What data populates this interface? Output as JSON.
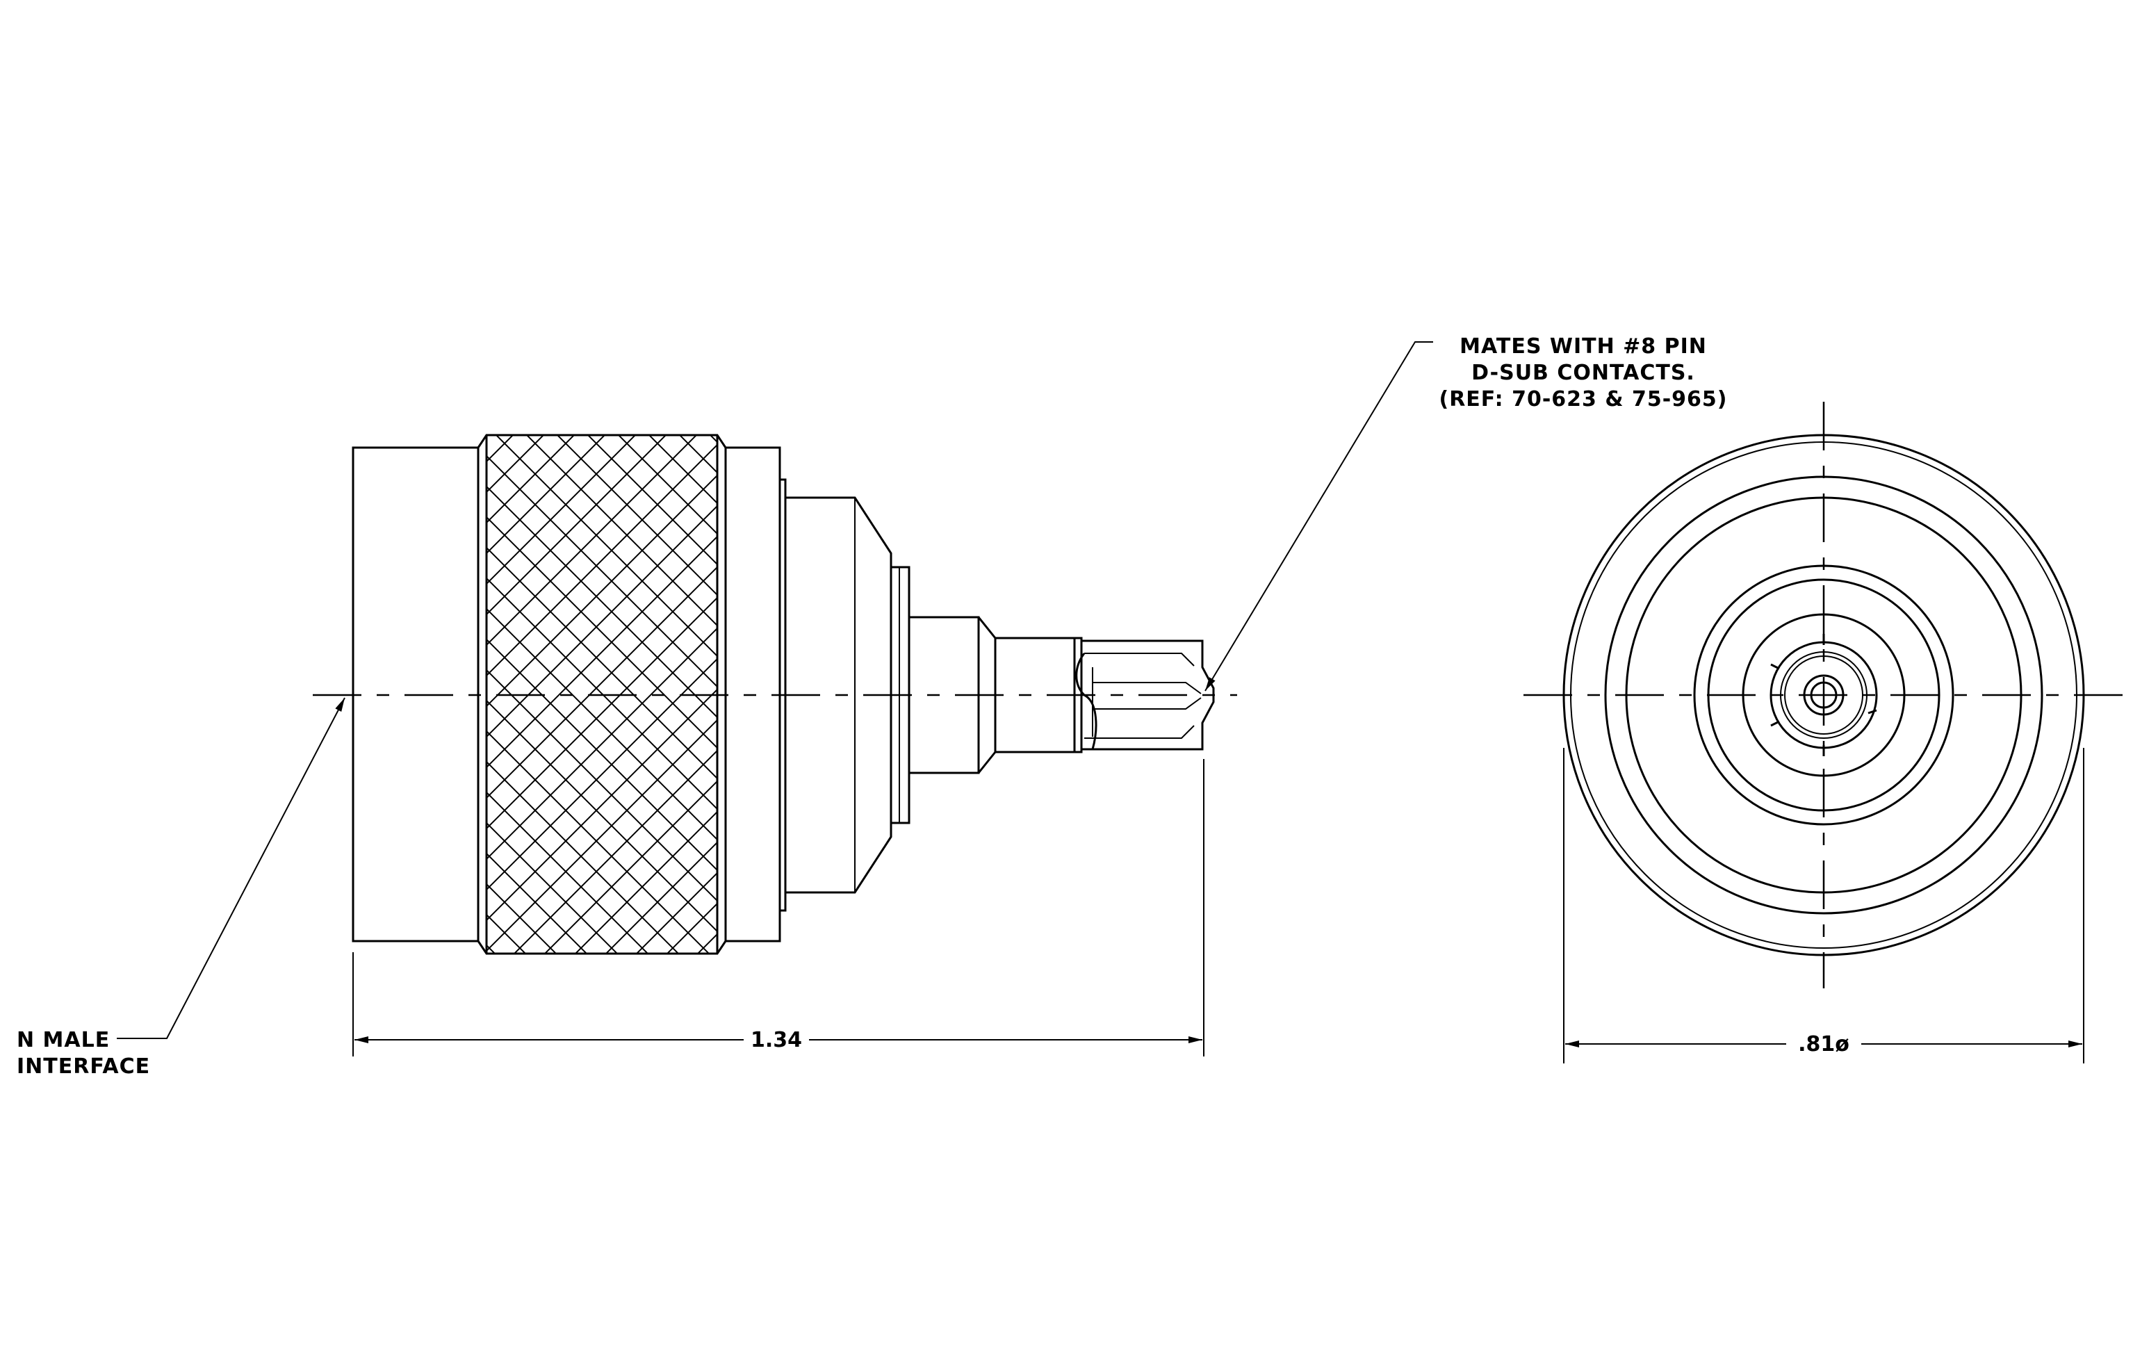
{
  "drawing": {
    "side_view_callout": {
      "lines": [
        "MATES WITH #8 PIN",
        "D-SUB CONTACTS.",
        "(REF: 70-623 & 75-965)"
      ]
    },
    "interface_callout": {
      "lines": [
        "N MALE",
        "INTERFACE"
      ]
    },
    "dimensions": {
      "length": "1.34",
      "diameter": ".81ø"
    }
  }
}
